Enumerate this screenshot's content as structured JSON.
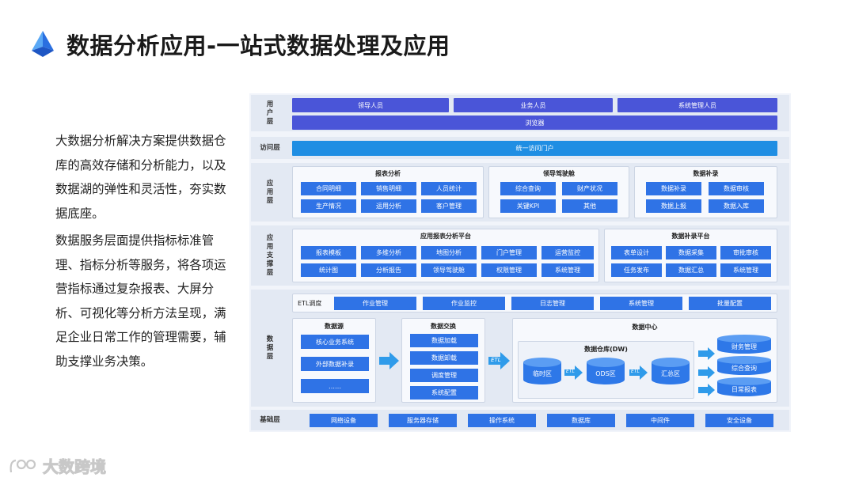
{
  "title": "数据分析应用-一站式数据处理及应用",
  "paragraphs": {
    "p1": "大数据分析解决方案提供数据仓库的高效存储和分析能力，以及数据湖的弹性和灵活性，夯实数据底座。",
    "p2": "数据服务层面提供指标标准管理、指标分析等服务，将各项运营指标通过复杂报表、大屏分析、可视化等分析方法呈现，满足企业日常工作的管理需要，辅助支撑业务决策。"
  },
  "diagram": {
    "user_layer": {
      "label": "用\n户\n层",
      "roles": [
        "领导人员",
        "业务人员",
        "系统管理人员"
      ],
      "browser": "浏览器"
    },
    "access_layer": {
      "label": "访问层",
      "portal": "统一访问门户"
    },
    "app_layer": {
      "label": "应\n用\n层",
      "reports": {
        "title": "报表分析",
        "items": [
          "合同明细",
          "销售明细",
          "人员统计",
          "生产情况",
          "运用分析",
          "客户管理"
        ]
      },
      "cockpit": {
        "title": "领导驾驶舱",
        "items": [
          "综合查询",
          "财产状况",
          "关键KPI",
          "其他"
        ]
      },
      "supplement": {
        "title": "数据补录",
        "items": [
          "数据补录",
          "数据审核",
          "数据上报",
          "数据入库"
        ]
      }
    },
    "support_layer": {
      "label": "应\n用\n支\n撑\n层",
      "platform": {
        "title": "应用报表分析平台",
        "items": [
          "报表模板",
          "多维分析",
          "地图分析",
          "门户管理",
          "运营监控",
          "统计图",
          "分析报告",
          "领导驾驶舱",
          "权限管理",
          "系统管理"
        ]
      },
      "supp_platform": {
        "title": "数据补录平台",
        "items": [
          "表单设计",
          "数据采集",
          "审批审核",
          "任务发布",
          "数据汇总",
          "系统管理"
        ]
      }
    },
    "data_layer": {
      "label": "数\n据\n层",
      "etl": {
        "title": "ETL调度",
        "items": [
          "作业管理",
          "作业监控",
          "日志管理",
          "系统管理",
          "批量配置"
        ]
      },
      "source": {
        "title": "数据源",
        "items": [
          "核心业务系统",
          "外部数据补录",
          "……"
        ]
      },
      "exchange": {
        "title": "数据交换",
        "items": [
          "数据加载",
          "数据卸载",
          "调度管理",
          "系统配置"
        ]
      },
      "center": {
        "title": "数据中心",
        "dw_title": "数据仓库(DW)",
        "stores": [
          "临时区",
          "ODS区",
          "汇总区"
        ],
        "outputs": [
          "财务管理",
          "综合查询",
          "日常报表"
        ],
        "etl_tag": "ETL"
      }
    },
    "base_layer": {
      "label": "基础层",
      "items": [
        "网络设备",
        "服务器存储",
        "操作系统",
        "数据库",
        "中间件",
        "安全设备"
      ]
    }
  },
  "watermark": "大数跨境",
  "colors": {
    "indigo": "#4a55d8",
    "cyan": "#1f8ee3",
    "blue": "#2f73e6",
    "layer_bg": "#e3e9f3"
  }
}
